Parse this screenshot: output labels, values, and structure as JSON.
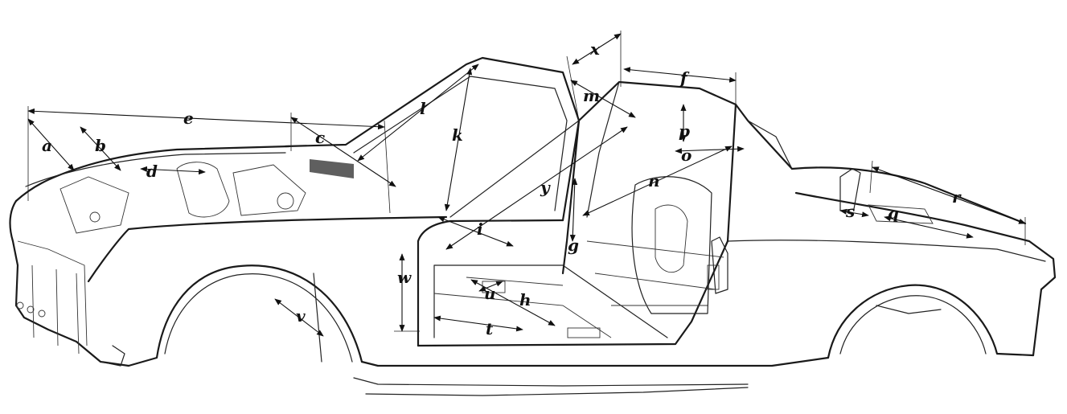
{
  "labels": {
    "a": "a",
    "b": "b",
    "c": "c",
    "d": "d",
    "e": "e",
    "f": "f",
    "g": "g",
    "h": "h",
    "i": "i",
    "k": "k",
    "l": "l",
    "m": "m",
    "n": "n",
    "o": "o",
    "p": "p",
    "q": "q",
    "r": "r",
    "s": "s",
    "t": "t",
    "u": "u",
    "v": "v",
    "w": "w",
    "x": "x",
    "y": "y"
  }
}
